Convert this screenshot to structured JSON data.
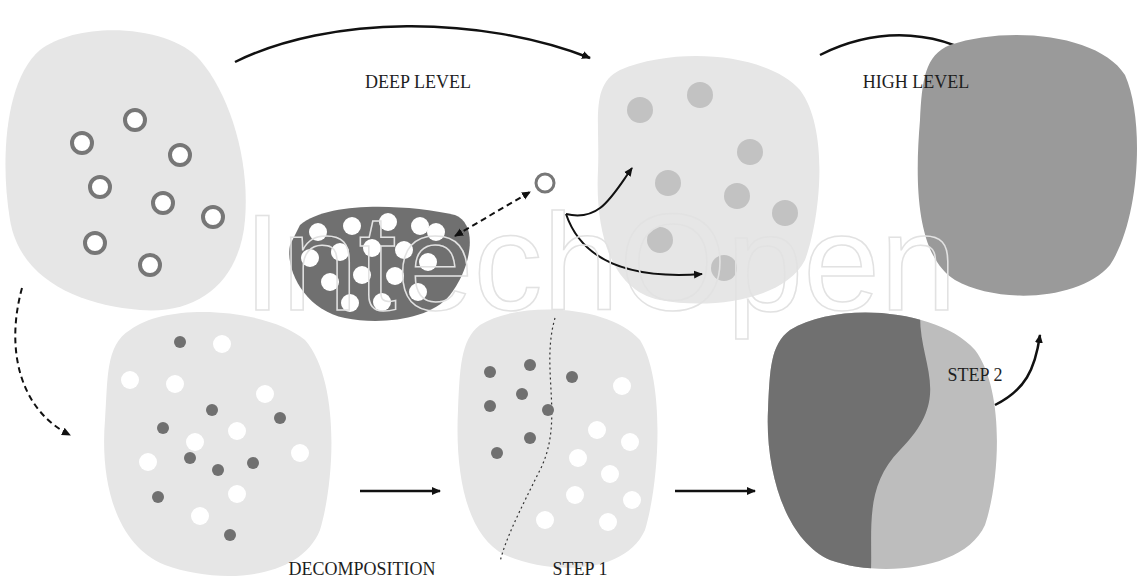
{
  "diagram": {
    "labels": [
      "DEEP LEVEL",
      "HIGH LEVEL",
      "DECOMPOSITION",
      "STEP 1",
      "STEP 2",
      "IntechOpen"
    ]
  }
}
